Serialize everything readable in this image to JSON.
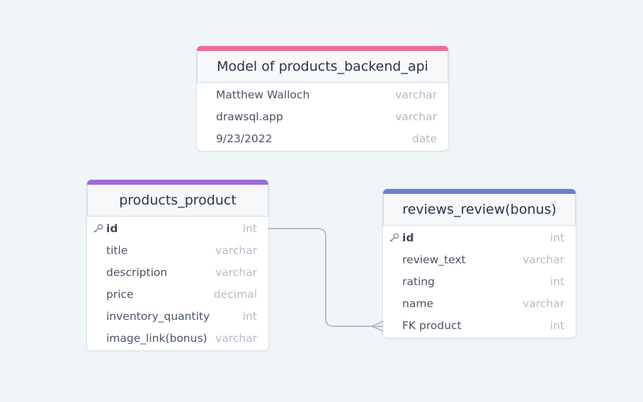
{
  "colors": {
    "background": "#f0f5f8",
    "relation_line": "#a4afc2"
  },
  "tables": {
    "model": {
      "title": "Model of products_backend_api",
      "accent": "#ee6b98",
      "rows": [
        {
          "name": "Matthew Walloch",
          "type": "varchar"
        },
        {
          "name": "drawsql.app",
          "type": "varchar"
        },
        {
          "name": "9/23/2022",
          "type": "date"
        }
      ]
    },
    "products": {
      "title": "products_product",
      "accent": "#9c6ade",
      "rows": [
        {
          "name": "id",
          "type": "int",
          "pk": true
        },
        {
          "name": "title",
          "type": "varchar"
        },
        {
          "name": "description",
          "type": "varchar"
        },
        {
          "name": "price",
          "type": "decimal"
        },
        {
          "name": "inventory_quantity",
          "type": "int"
        },
        {
          "name": "image_link(bonus)",
          "type": "varchar"
        }
      ]
    },
    "reviews": {
      "title": "reviews_review(bonus)",
      "accent": "#6b7fd7",
      "rows": [
        {
          "name": "id",
          "type": "int",
          "pk": true
        },
        {
          "name": "review_text",
          "type": "varchar"
        },
        {
          "name": "rating",
          "type": "int"
        },
        {
          "name": "name",
          "type": "varchar"
        },
        {
          "name": "FK product",
          "type": "int"
        }
      ]
    }
  },
  "relations": [
    {
      "from": "products.id",
      "to": "reviews.FK product",
      "cardinality": "one-to-many"
    }
  ]
}
